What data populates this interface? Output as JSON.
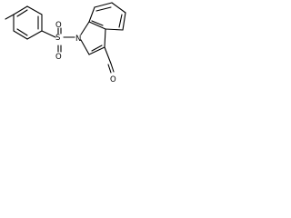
{
  "molecule": {
    "atom_labels": {
      "sulfur": "S",
      "sulfonyl_oxygen_top": "O",
      "sulfonyl_oxygen_bottom": "O",
      "indole_nitrogen": "N",
      "aldehyde_oxygen": "O"
    }
  }
}
